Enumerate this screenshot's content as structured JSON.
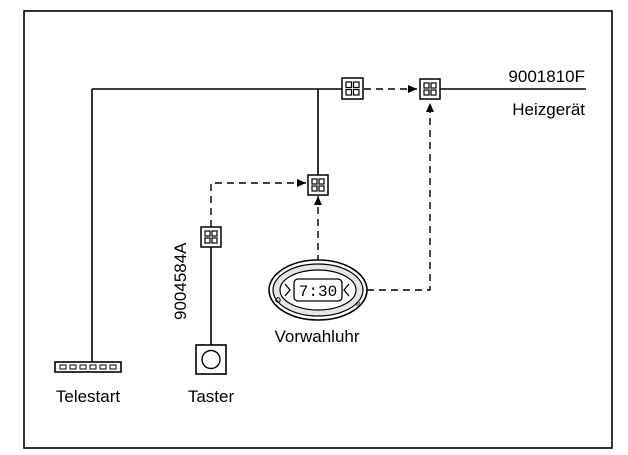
{
  "diagram": {
    "labels": {
      "telestart": "Telestart",
      "taster": "Taster",
      "vorwahluhr": "Vorwahluhr",
      "heizgeraet": "Heizgerät",
      "part_heater": "9001810F",
      "part_taster": "9004584A"
    },
    "clock_display": "7:30",
    "colors": {
      "line": "#000000",
      "clock_face": "#e6e6e6",
      "background": "#ffffff"
    },
    "icons": [
      "connector-icon",
      "telestart-module-icon",
      "push-button-icon",
      "timer-clock-icon",
      "arrowhead-icon"
    ]
  }
}
